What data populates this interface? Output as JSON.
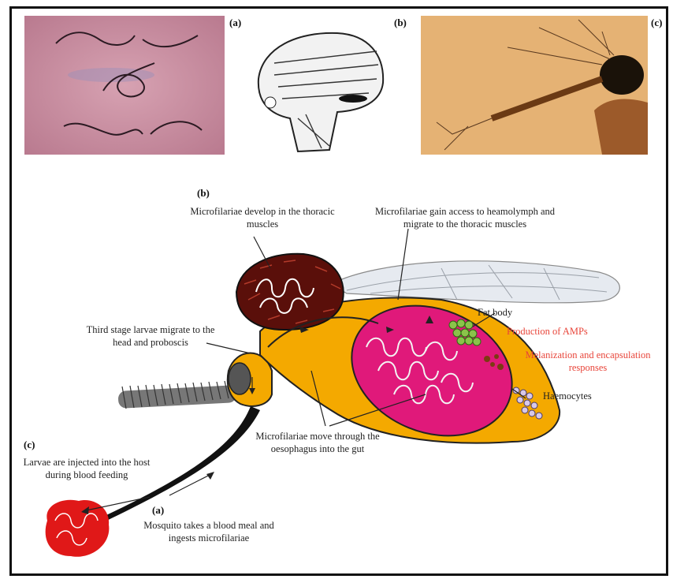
{
  "panels": {
    "a": "(a)",
    "b": "(b)",
    "c": "(c)"
  },
  "diagram": {
    "section_b": "(b)",
    "section_c": "(c)",
    "section_a": "(a)",
    "develop_thoracic": "Microfilariae develop in the thoracic muscles",
    "gain_access": "Microfilariae gain access to heamolymph and migrate to the thoracic muscles",
    "third_stage": "Third stage larvae migrate to the head and proboscis",
    "fat_body": "Fat body",
    "amps": "Production of AMPs",
    "melanization": "Melanization and encapsulation responses",
    "haemocytes": "Haemocytes",
    "oesophagus": "Microfilariae move through the oesophagus into the gut",
    "injected": "Larvae are injected into the host during blood feeding",
    "blood_meal": "Mosquito takes a blood meal and ingests microfilariae"
  },
  "colors": {
    "body": "#f4a900",
    "gut": "#e0197a",
    "thorax": "#5a0f0a",
    "blood": "#e01818",
    "fat": "#8bc34a",
    "annotation_red": "#e8453a"
  }
}
